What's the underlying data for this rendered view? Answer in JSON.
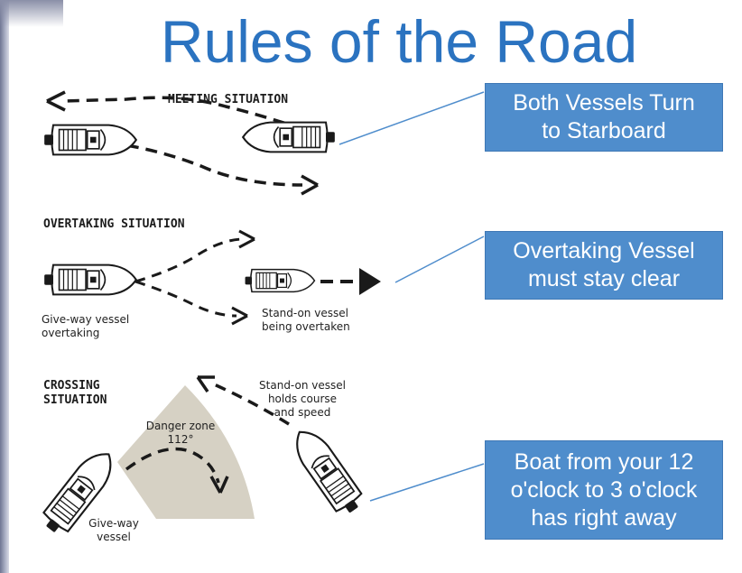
{
  "title": "Rules of the Road",
  "callouts": {
    "meeting": "Both Vessels Turn\nto Starboard",
    "overtaking": "Overtaking Vessel\nmust stay clear",
    "crossing": "Boat from your 12\no'clock to 3 o'clock\nhas right away"
  },
  "situations": {
    "meeting": "MEETING SITUATION",
    "overtaking": "OVERTAKING SITUATION",
    "crossing": "CROSSING\nSITUATION"
  },
  "labels": {
    "give_way_overtaking": "Give-way vessel\novertaking",
    "stand_on_overtaken": "Stand-on vessel\nbeing overtaken",
    "stand_on_crossing": "Stand-on vessel\nholds course\nand speed",
    "danger_zone": "Danger zone\n112°",
    "give_way_crossing": "Give-way\nvessel"
  },
  "colors": {
    "title": "#2b73c0",
    "callout_fill": "#4f8dcc",
    "danger_zone": "#d6d1c4"
  }
}
